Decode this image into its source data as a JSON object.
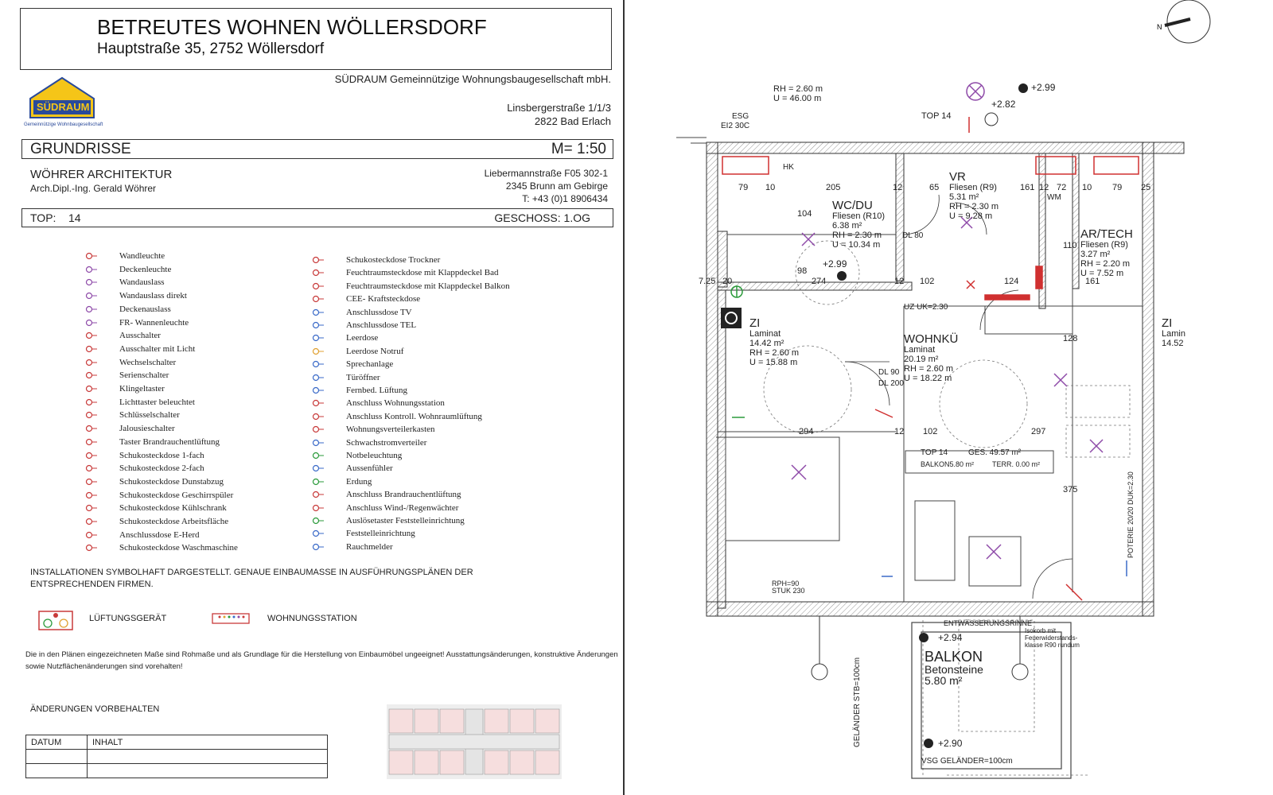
{
  "project": {
    "title": "BETREUTES WOHNEN WÖLLERSDORF",
    "address": "Hauptstraße 35, 2752 Wöllersdorf"
  },
  "client": {
    "name": "SÜDRAUM Gemeinnützige Wohnungsbaugesellschaft mbH.",
    "street": "Linsbergerstraße 1/1/3",
    "city": "2822 Bad Erlach",
    "logo_text": "SÜDRAUM",
    "logo_subtext": "Gemeinnützige Wohnbaugesellschaft"
  },
  "plan": {
    "type": "GRUNDRISSE",
    "scale": "M= 1:50"
  },
  "architect": {
    "office": "WÖHRER ARCHITEKTUR",
    "person": "Arch.Dipl.-Ing. Gerald Wöhrer",
    "street": "Liebermannstraße F05 302-1",
    "city": "2345 Brunn am Gebirge",
    "phone": "T: +43 (0)1 8906434"
  },
  "unit": {
    "top_label": "TOP:",
    "top_value": "14",
    "floor": "GESCHOSS: 1.OG"
  },
  "legend_left": [
    {
      "label": "Wandleuchte",
      "color": "#c83a3a"
    },
    {
      "label": "Deckenleuchte",
      "color": "#8e4aa8"
    },
    {
      "label": "Wandauslass",
      "color": "#8e4aa8"
    },
    {
      "label": "Wandauslass direkt",
      "color": "#8e4aa8"
    },
    {
      "label": "Deckenauslass",
      "color": "#8e4aa8"
    },
    {
      "label": "FR- Wannenleuchte",
      "color": "#8e4aa8"
    },
    {
      "label": "Ausschalter",
      "color": "#c83a3a"
    },
    {
      "label": "Ausschalter mit Licht",
      "color": "#c83a3a"
    },
    {
      "label": "Wechselschalter",
      "color": "#c83a3a"
    },
    {
      "label": "Serienschalter",
      "color": "#c83a3a"
    },
    {
      "label": "Klingeltaster",
      "color": "#c83a3a"
    },
    {
      "label": "Lichttaster beleuchtet",
      "color": "#c83a3a"
    },
    {
      "label": "Schlüsselschalter",
      "color": "#c83a3a"
    },
    {
      "label": "Jalousieschalter",
      "color": "#c83a3a"
    },
    {
      "label": "Taster Brandrauchentlüftung",
      "color": "#c83a3a"
    },
    {
      "label": "Schukosteckdose 1-fach",
      "color": "#c83a3a"
    },
    {
      "label": "Schukosteckdose 2-fach",
      "color": "#c83a3a"
    },
    {
      "label": "Schukosteckdose Dunstabzug",
      "color": "#c83a3a"
    },
    {
      "label": "Schukosteckdose Geschirrspüler",
      "color": "#c83a3a"
    },
    {
      "label": "Schukosteckdose Kühlschrank",
      "color": "#c83a3a"
    },
    {
      "label": "Schukosteckdose Arbeitsfläche",
      "color": "#c83a3a"
    },
    {
      "label": "Anschlussdose E-Herd",
      "color": "#c83a3a"
    },
    {
      "label": "Schukosteckdose Waschmaschine",
      "color": "#c83a3a"
    }
  ],
  "legend_right": [
    {
      "label": "Schukosteckdose Trockner",
      "color": "#c83a3a"
    },
    {
      "label": "Feuchtraumsteckdose mit Klappdeckel Bad",
      "color": "#c83a3a"
    },
    {
      "label": "Feuchtraumsteckdose mit Klappdeckel Balkon",
      "color": "#c83a3a"
    },
    {
      "label": "CEE- Kraftsteckdose",
      "color": "#c83a3a"
    },
    {
      "label": "Anschlussdose TV",
      "color": "#3a6ac8"
    },
    {
      "label": "Anschlussdose TEL",
      "color": "#3a6ac8"
    },
    {
      "label": "Leerdose",
      "color": "#3a6ac8"
    },
    {
      "label": "Leerdose Notruf",
      "color": "#e0a030"
    },
    {
      "label": "Sprechanlage",
      "color": "#3a6ac8"
    },
    {
      "label": "Türöffner",
      "color": "#3a6ac8"
    },
    {
      "label": "Fernbed. Lüftung",
      "color": "#3a6ac8"
    },
    {
      "label": "Anschluss Wohnungsstation",
      "color": "#c83a3a"
    },
    {
      "label": "Anschluss Kontroll. Wohnraumlüftung",
      "color": "#c83a3a"
    },
    {
      "label": "Wohnungsverteilerkasten",
      "color": "#c83a3a"
    },
    {
      "label": "Schwachstromverteiler",
      "color": "#3a6ac8"
    },
    {
      "label": "Notbeleuchtung",
      "color": "#2a9a3a"
    },
    {
      "label": "Aussenfühler",
      "color": "#3a6ac8"
    },
    {
      "label": "Erdung",
      "color": "#2a9a3a"
    },
    {
      "label": "Anschluss Brandrauchentlüftung",
      "color": "#c83a3a"
    },
    {
      "label": "Anschluss Wind-/Regenwächter",
      "color": "#c83a3a"
    },
    {
      "label": "Auslösetaster Feststelleinrichtung",
      "color": "#2a9a3a"
    },
    {
      "label": "Feststelleinrichtung",
      "color": "#3a6ac8"
    },
    {
      "label": "Rauchmelder",
      "color": "#3a6ac8"
    }
  ],
  "note_installations": "INSTALLATIONEN SYMBOLHAFT DARGESTELLT. GENAUE EINBAUMASSE IN AUSFÜHRUNGSPLÄNEN DER ENTSPRECHENDEN FIRMEN.",
  "symbols": {
    "lueftung": "LÜFTUNGSGERÄT",
    "wohnungsstation": "WOHNUNGSSTATION"
  },
  "note_dimensions": "Die in den Plänen eingezeichneten Maße sind Rohmaße und als Grundlage für die Herstellung von Einbaumöbel ungeeignet! Ausstattungsänderungen, konstruktive Änderungen sowie Nutzflächenänderungen sind vorehalten!",
  "changes": {
    "title": "ÄNDERUNGEN VORBEHALTEN",
    "col_date": "DATUM",
    "col_content": "INHALT"
  },
  "floorplan": {
    "top_label": "TOP 14",
    "rooms": [
      {
        "name": "WC/DU",
        "floor": "Fliesen (R10)",
        "area": "6.38 m²",
        "rh": "RH = 2.30 m",
        "u": "U = 10.34 m"
      },
      {
        "name": "VR",
        "floor": "Fliesen (R9)",
        "area": "5.31 m²",
        "rh": "RH = 2.30 m",
        "u": "U = 9.28 m"
      },
      {
        "name": "AR/TECH",
        "floor": "Fliesen (R9)",
        "area": "3.27 m²",
        "rh": "RH = 2.20 m",
        "u": "U = 7.52 m"
      },
      {
        "name": "ZI",
        "floor": "Laminat",
        "area": "14.42 m²",
        "rh": "RH = 2.60 m",
        "u": "U = 15.88 m"
      },
      {
        "name": "WOHNKÜ",
        "floor": "Laminat",
        "area": "20.19 m²",
        "rh": "RH = 2.60 m",
        "u": "U = 18.22 m"
      },
      {
        "name": "BALKON",
        "floor": "Betonsteine",
        "area": "5.80 m²"
      }
    ],
    "summary": {
      "top": "TOP 14",
      "ges": "GES. 49.57 m²",
      "balkon": "BALKON5.80 m²",
      "terr": "TERR. 0.00 m²"
    },
    "heights": [
      "+2.99",
      "+2.82",
      "+2.99",
      "+2.94",
      "+2.90"
    ],
    "rh_top": "RH = 2.60 m",
    "u_top": "U = 46.00 m",
    "dims": [
      "79",
      "10",
      "205",
      "12",
      "65",
      "161",
      "12",
      "72",
      "10",
      "79",
      "25",
      "7.25",
      "20",
      "274",
      "12",
      "102",
      "124",
      "161",
      "294",
      "12",
      "102",
      "297",
      "104",
      "98",
      "375",
      "128",
      "110"
    ],
    "labels": {
      "esg": "ESG",
      "ei2": "EI2 30C",
      "hk": "HK",
      "wm": "WM",
      "uz": "UZ UK=2.30",
      "dl90": "DL 90",
      "dl200": "DL 200",
      "dl80": "DL 80",
      "rph": "RPH=90",
      "stuk": "STUK 230",
      "entw": "ENTWÄSSERUNGSRINNE",
      "isokorb": "Isokorb mit Feuerwiderstands-klasse R90 rundum",
      "gelaender_stb": "GELÄNDER STB=100cm",
      "vsg": "VSG GELÄNDER=100cm",
      "poterie": "POTERIE 20/20 DUK=2.30",
      "zi_cut": "ZI",
      "lami_cut": "Lamin",
      "area_cut": "14.52"
    }
  }
}
